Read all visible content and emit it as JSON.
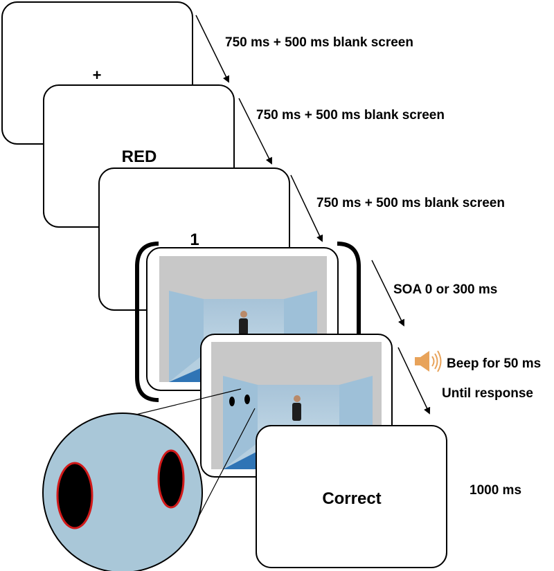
{
  "screens": [
    {
      "stimulus": "+",
      "timing": "750 ms + 500 ms blank screen"
    },
    {
      "stimulus": "RED",
      "timing": "750 ms + 500 ms blank screen"
    },
    {
      "stimulus": "1",
      "timing": "750 ms + 500 ms blank screen"
    }
  ],
  "scene_screen": {
    "timing": "SOA 0 or 300 ms"
  },
  "probe_screen": {
    "audio": "Beep for 50 ms",
    "timing": "Until response"
  },
  "feedback_screen": {
    "text": "Correct",
    "timing": "1000 ms"
  },
  "colors": {
    "room_wall": "#b5cfe0",
    "room_floor": "#2f74b5",
    "room_ceiling": "#c8c8c8",
    "zoom_bg": "#a9c7d8",
    "dot_outline": "#d11a1a"
  },
  "icons": {
    "speaker": "speaker-icon"
  }
}
